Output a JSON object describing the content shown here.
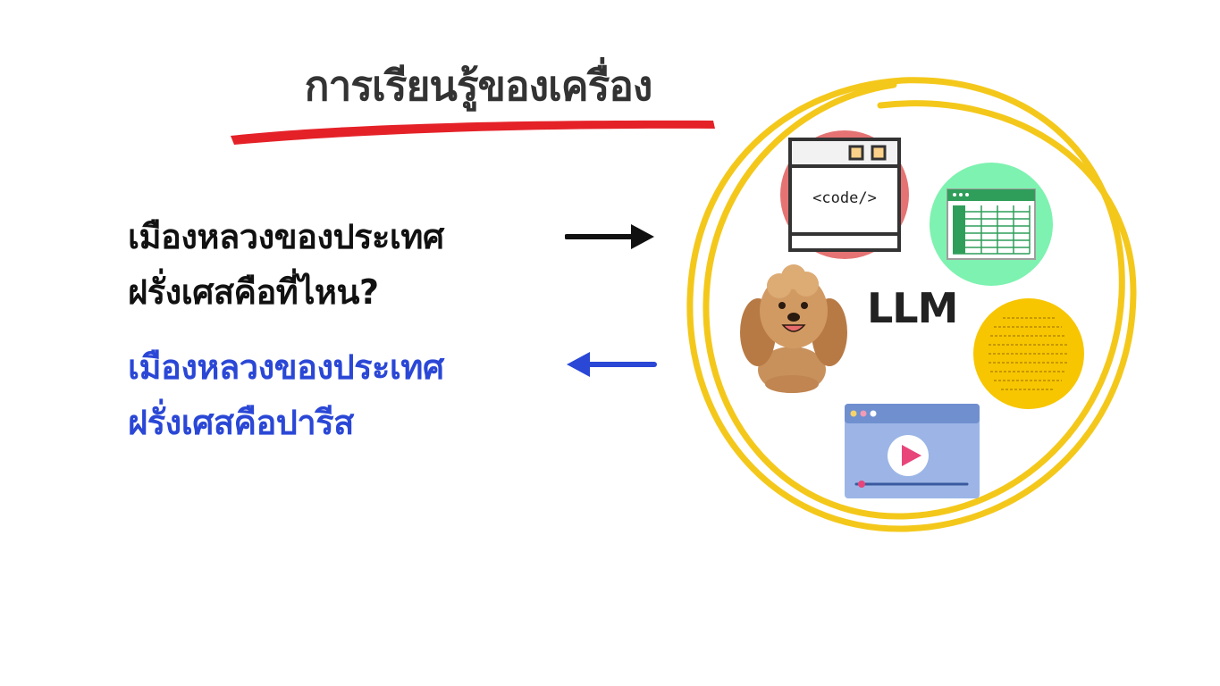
{
  "title": "การเรียนรู้ของเครื่อง",
  "question": {
    "line1": "เมืองหลวงของประเทศ",
    "line2": "ฝรั่งเศสคือที่ไหน?"
  },
  "answer": {
    "line1": "เมืองหลวงของประเทศ",
    "line2": "ฝรั่งเศสคือปารีส"
  },
  "llm_label": "LLM",
  "code_window_text": "<code/>",
  "colors": {
    "title_underline": "#e52128",
    "answer_text": "#2a47d6",
    "circle": "#f4c81b",
    "code_badge": "#e57373",
    "spreadsheet_badge": "#7ef2b0",
    "document_badge": "#f7c600",
    "video_window": "#9cb5e6"
  },
  "icons": [
    "code-window-icon",
    "spreadsheet-icon",
    "dog-photo",
    "handwritten-document-icon",
    "video-player-icon"
  ]
}
